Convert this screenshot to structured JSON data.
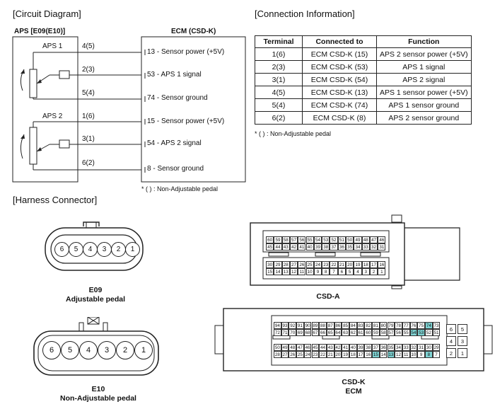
{
  "headings": {
    "circuit": "[Circuit Diagram]",
    "connection": "[Connection Information]",
    "harness": "[Harness Connector]"
  },
  "circuit": {
    "aps_box_title": "APS [E09(E10)]",
    "ecm_box_title": "ECM (CSD-K)",
    "aps1_label": "APS 1",
    "aps2_label": "APS 2",
    "aps_pins": [
      "4(5)",
      "2(3)",
      "5(4)",
      "1(6)",
      "3(1)",
      "6(2)"
    ],
    "ecm_pins": [
      {
        "num": "13",
        "desc": " - Sensor power (+5V)"
      },
      {
        "num": "53",
        "desc": " - APS 1 signal"
      },
      {
        "num": "74",
        "desc": " - Sensor ground"
      },
      {
        "num": "15",
        "desc": " - Sensor power (+5V)"
      },
      {
        "num": "54",
        "desc": " - APS 2 signal"
      },
      {
        "num": "8",
        "desc": " - Sensor ground"
      }
    ],
    "footnote": "* ( ) : Non-Adjustable pedal"
  },
  "connection": {
    "headers": [
      "Terminal",
      "Connected to",
      "Function"
    ],
    "rows": [
      [
        "1(6)",
        "ECM CSD-K (15)",
        "APS 2 sensor power  (+5V)"
      ],
      [
        "2(3)",
        "ECM CSD-K (53)",
        "APS 1 signal"
      ],
      [
        "3(1)",
        "ECM CSD-K (54)",
        "APS 2 signal"
      ],
      [
        "4(5)",
        "ECM CSD-K (13)",
        "APS 1 sensor power  (+5V)"
      ],
      [
        "5(4)",
        "ECM CSD-K (74)",
        "APS 1 sensor ground"
      ],
      [
        "6(2)",
        "ECM CSD-K (8)",
        "APS 2 sensor ground"
      ]
    ],
    "footnote": "* ( ) : Non-Adjustable pedal"
  },
  "harness": {
    "e09_pins": [
      "6",
      "5",
      "4",
      "3",
      "2",
      "1"
    ],
    "e09_caption_1": "E09",
    "e09_caption_2": "Adjustable pedal",
    "e10_pins": [
      "6",
      "5",
      "4",
      "3",
      "2",
      "1"
    ],
    "e10_caption_1": "E10",
    "e10_caption_2": "Non-Adjustable pedal",
    "csda_caption": "CSD-A",
    "csda_rows": [
      [
        "60",
        "59",
        "58",
        "57",
        "56",
        "55",
        "54",
        "53",
        "52",
        "51",
        "50",
        "49",
        "48",
        "47",
        "46"
      ],
      [
        "45",
        "44",
        "43",
        "42",
        "41",
        "40",
        "39",
        "38",
        "37",
        "36",
        "35",
        "34",
        "33",
        "32",
        "31"
      ],
      [
        "30",
        "29",
        "28",
        "27",
        "26",
        "25",
        "24",
        "23",
        "22",
        "21",
        "20",
        "19",
        "18",
        "17",
        "16"
      ],
      [
        "15",
        "14",
        "13",
        "12",
        "11",
        "10",
        "9",
        "8",
        "7",
        "6",
        "5",
        "4",
        "3",
        "2",
        "1"
      ]
    ],
    "csdk_caption_1": "CSD-K",
    "csdk_caption_2": "ECM",
    "csdk_rows": [
      [
        "94",
        "93",
        "92",
        "91",
        "90",
        "89",
        "88",
        "87",
        "86",
        "85",
        "84",
        "83",
        "82",
        "81",
        "80",
        "79",
        "78",
        "77",
        "76",
        "75",
        "74",
        "73"
      ],
      [
        "72",
        "71",
        "70",
        "69",
        "68",
        "67",
        "66",
        "65",
        "64",
        "63",
        "62",
        "61",
        "60",
        "59",
        "58",
        "57",
        "56",
        "55",
        "54",
        "53",
        "52",
        "51"
      ],
      [
        "50",
        "49",
        "48",
        "47",
        "46",
        "45",
        "44",
        "43",
        "42",
        "41",
        "40",
        "39",
        "38",
        "37",
        "36",
        "35",
        "34",
        "33",
        "32",
        "31",
        "30",
        "29"
      ],
      [
        "28",
        "27",
        "26",
        "25",
        "24",
        "23",
        "22",
        "21",
        "20",
        "19",
        "18",
        "17",
        "16",
        "15",
        "14",
        "13",
        "12",
        "11",
        "10",
        "9",
        "8",
        "7"
      ]
    ],
    "csdk_side": [
      [
        "6",
        "5"
      ],
      [
        "4",
        "3"
      ],
      [
        "2",
        "1"
      ]
    ],
    "csdk_highlight": [
      "74",
      "54",
      "53",
      "15",
      "13",
      "8"
    ],
    "highlight_color": "#7fd4d4"
  }
}
